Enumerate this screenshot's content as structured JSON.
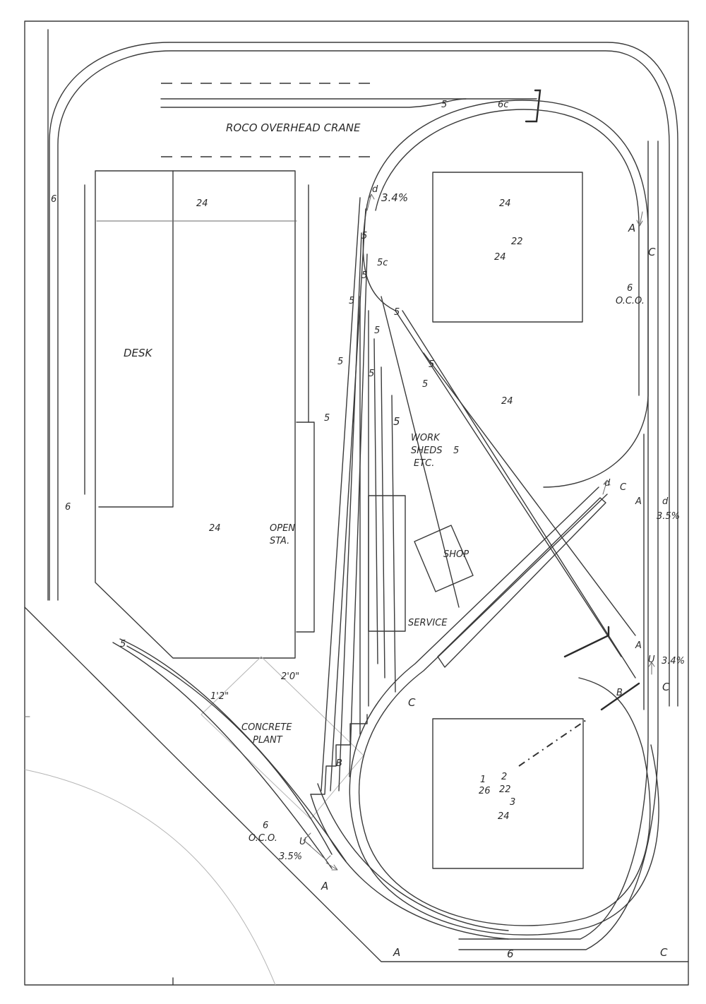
{
  "areas": {
    "crane": "ROCO OVERHEAD CRANE",
    "desk": "DESK",
    "open_station_line1": "OPEN",
    "open_station_line2": "STA.",
    "work_sheds_line1": "WORK",
    "work_sheds_line2": "SHEDS",
    "work_sheds_line3": "ETC.",
    "shop": "SHOP",
    "service": "SERVICE",
    "concrete_line1": "CONCRETE",
    "concrete_line2": "PLANT"
  },
  "dimensions": {
    "two_ft": "2'0\"",
    "one_ft_two": "1'2\""
  },
  "grades": {
    "upper_d": "3.4%",
    "right_d": "3.5%",
    "right_u": "3.4%",
    "lower_u": "3.5%"
  },
  "clearances": {
    "right_label_num": "6",
    "right_label_txt": "O.C.O.",
    "lower_label_num": "6",
    "lower_label_txt": "O.C.O."
  },
  "markers": {
    "A": "A",
    "B": "B",
    "C": "C",
    "d": "d",
    "U": "U"
  },
  "radii": {
    "r5": "5",
    "r5c": "5c",
    "r6": "6",
    "r6c": "6c"
  },
  "elevations": {
    "desk_top": "24",
    "desk_center": "24",
    "upper_box_1": "24",
    "upper_box_2_num": "24",
    "upper_box_2_sup": "22",
    "mid_right": "24",
    "lower_box_1_num": "26",
    "lower_box_1_top": "1",
    "lower_box_1_sup": "2",
    "lower_box_1_right": "22",
    "lower_box_2_num": "24",
    "lower_box_2_sup": "3"
  }
}
